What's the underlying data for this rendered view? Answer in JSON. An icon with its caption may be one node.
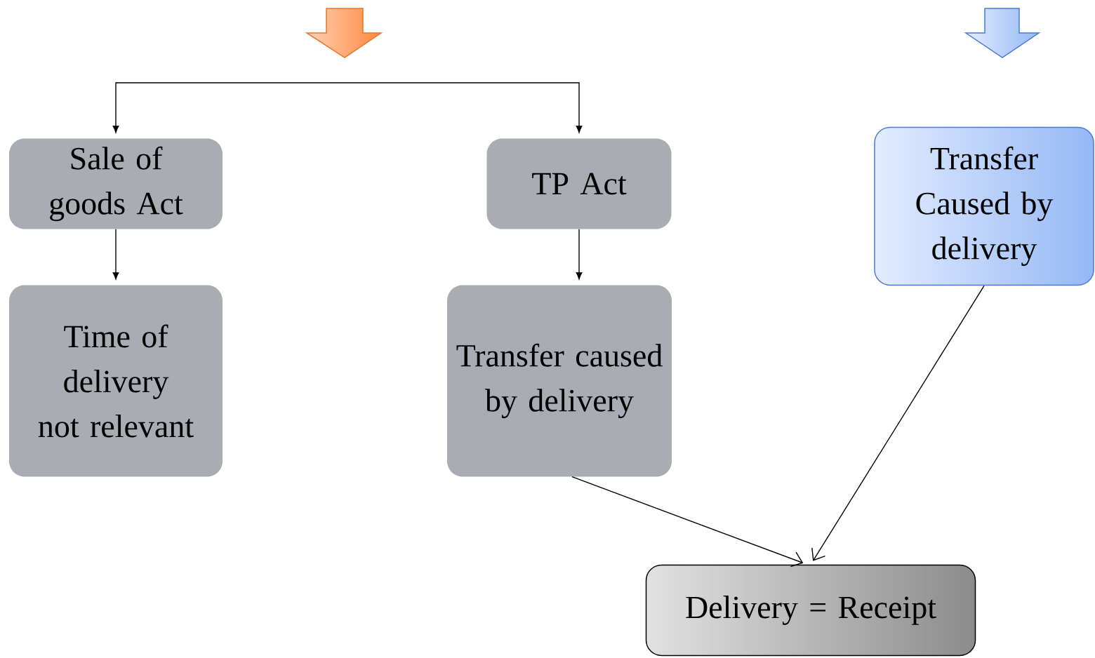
{
  "diagram": {
    "nodes": [
      {
        "text": [
          "Sale of goods Act"
        ]
      },
      {
        "text": [
          "Time of delivery not relevant"
        ]
      },
      {
        "text": [
          "TP Act"
        ]
      },
      {
        "text": [
          "Transfer caused by delivery"
        ]
      },
      {
        "text": [
          "Transfer Caused by delivery"
        ]
      },
      {
        "text": [
          "Delivery = Receipt"
        ]
      }
    ],
    "edges": [
      {
        "from": null,
        "to": 0,
        "arrow": "to"
      },
      {
        "from": null,
        "to": 2,
        "arrow": "to"
      },
      {
        "from": 0,
        "to": 1,
        "arrow": "to"
      },
      {
        "from": 2,
        "to": 3,
        "arrow": "to"
      },
      {
        "from": 3,
        "to": 5,
        "arrow": "to"
      },
      {
        "from": 4,
        "to": 5,
        "arrow": "to"
      }
    ]
  }
}
